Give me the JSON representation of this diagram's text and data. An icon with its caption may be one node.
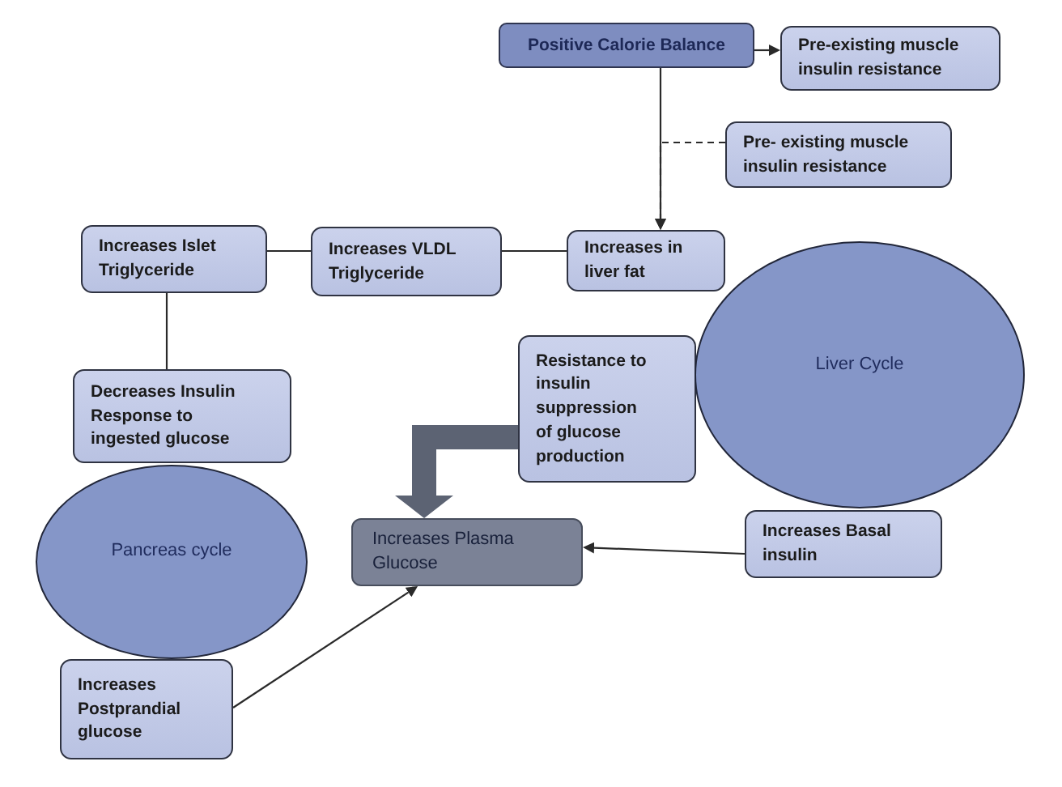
{
  "diagram": {
    "nodes": [
      {
        "text": [
          "Positive Calorie Balance"
        ]
      },
      {
        "text": [
          "Pre-existing muscle insulin resistance"
        ]
      },
      {
        "text": [
          "Pre- existing muscle insulin resistance"
        ]
      },
      {
        "text": [
          "Increases in liver fat"
        ]
      },
      {
        "text": [
          "Increases VLDL Triglyceride"
        ]
      },
      {
        "text": [
          "Increases Islet Triglyceride"
        ]
      },
      {
        "text": [
          "Decreases Insulin Response to ingested glucose"
        ]
      },
      {
        "text": [
          "Resistance to insulin suppression of glucose production"
        ]
      },
      {
        "text": [
          "Liver Cycle"
        ]
      },
      {
        "text": [
          "Pancreas cycle"
        ]
      },
      {
        "text": [
          "Increases Plasma Glucose"
        ]
      },
      {
        "text": [
          "Increases Basal insulin"
        ]
      },
      {
        "text": [
          "Increases Postprandial glucose"
        ]
      }
    ],
    "edges": [
      {
        "from": 0,
        "to": 1,
        "arrow": "to"
      },
      {
        "from": 0,
        "to": 3,
        "arrow": "to"
      },
      {
        "from": 2,
        "to": 3,
        "arrow": "to",
        "style": "dashed"
      },
      {
        "from": 3,
        "to": 4,
        "arrow": "none"
      },
      {
        "from": 4,
        "to": 5,
        "arrow": "none"
      },
      {
        "from": 5,
        "to": 6,
        "arrow": "none"
      },
      {
        "from": 7,
        "to": 10,
        "arrow": "to",
        "style": "thick",
        "color": "#5c6373"
      },
      {
        "from": 11,
        "to": 10,
        "arrow": "to"
      },
      {
        "from": 12,
        "to": 10,
        "arrow": "to"
      }
    ]
  }
}
